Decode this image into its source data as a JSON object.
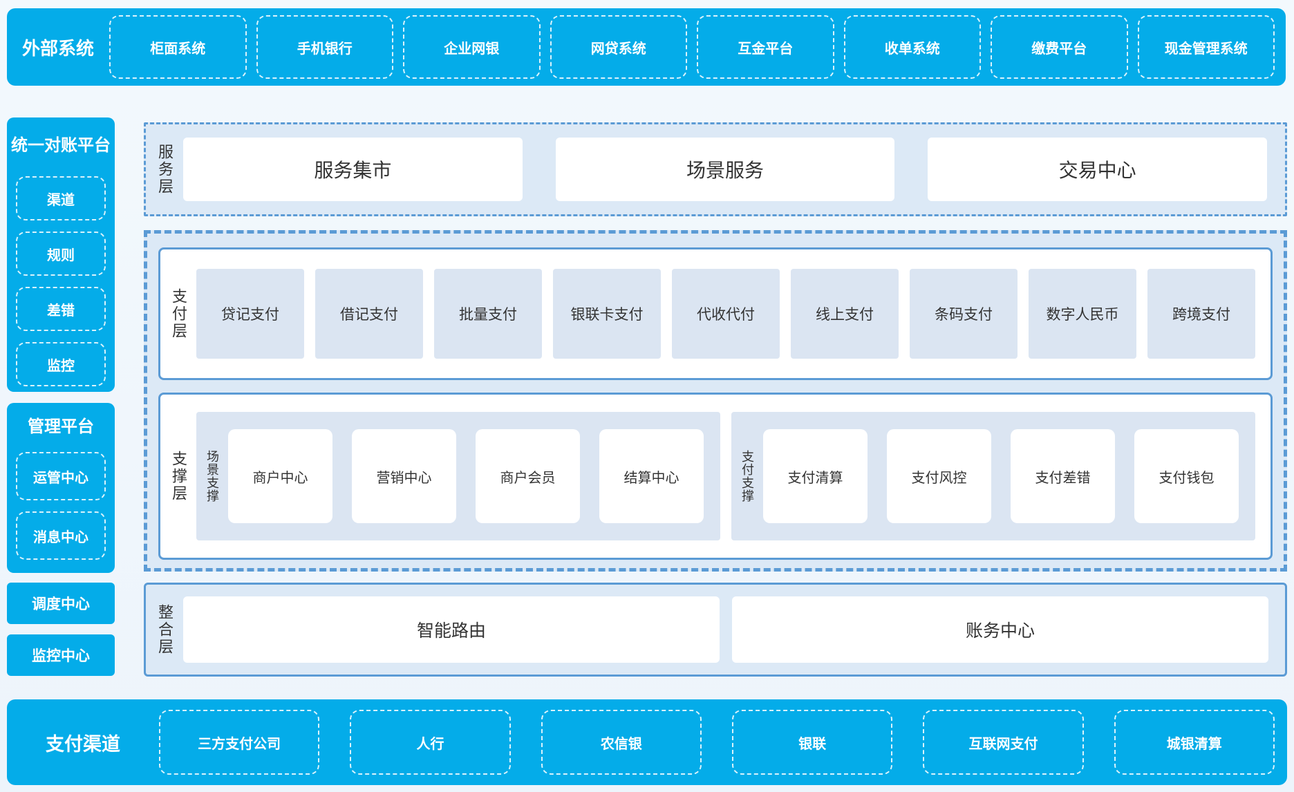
{
  "palette": {
    "cyan": "#04ACE9",
    "page_bg": "#EEF5FB",
    "layer_panel_bg": "#DCE9F6",
    "item_bg": "#DBE5F2",
    "border_blue": "#5B9BD5",
    "text_dark": "#333333",
    "text_on_cyan": "#FFFFFF"
  },
  "external_systems": {
    "title": "外部系统",
    "items": [
      "柜面系统",
      "手机银行",
      "企业网银",
      "网贷系统",
      "互金平台",
      "收单系统",
      "缴费平台",
      "现金管理系统"
    ]
  },
  "reconciliation_platform": {
    "title": "统一对账平台",
    "items": [
      "渠道",
      "规则",
      "差错",
      "监控"
    ]
  },
  "management_platform": {
    "title": "管理平台",
    "items": [
      "运管中心",
      "消息中心"
    ]
  },
  "standalone_centers": [
    "调度中心",
    "监控中心"
  ],
  "service_layer": {
    "label": "服务层",
    "items": [
      "服务集市",
      "场景服务",
      "交易中心"
    ]
  },
  "payment_layer": {
    "label": "支付层",
    "items": [
      "贷记支付",
      "借记支付",
      "批量支付",
      "银联卡支付",
      "代收代付",
      "线上支付",
      "条码支付",
      "数字人民币",
      "跨境支付"
    ]
  },
  "support_layer": {
    "label": "支撑层",
    "groups": [
      {
        "label": "场景支撑",
        "items": [
          "商户中心",
          "营销中心",
          "商户会员",
          "结算中心"
        ]
      },
      {
        "label": "支付支撑",
        "items": [
          "支付清算",
          "支付风控",
          "支付差错",
          "支付钱包"
        ]
      }
    ]
  },
  "integration_layer": {
    "label": "整合层",
    "items": [
      "智能路由",
      "账务中心"
    ]
  },
  "payment_channels": {
    "title": "支付渠道",
    "items": [
      "三方支付公司",
      "人行",
      "农信银",
      "银联",
      "互联网支付",
      "城银清算"
    ]
  }
}
